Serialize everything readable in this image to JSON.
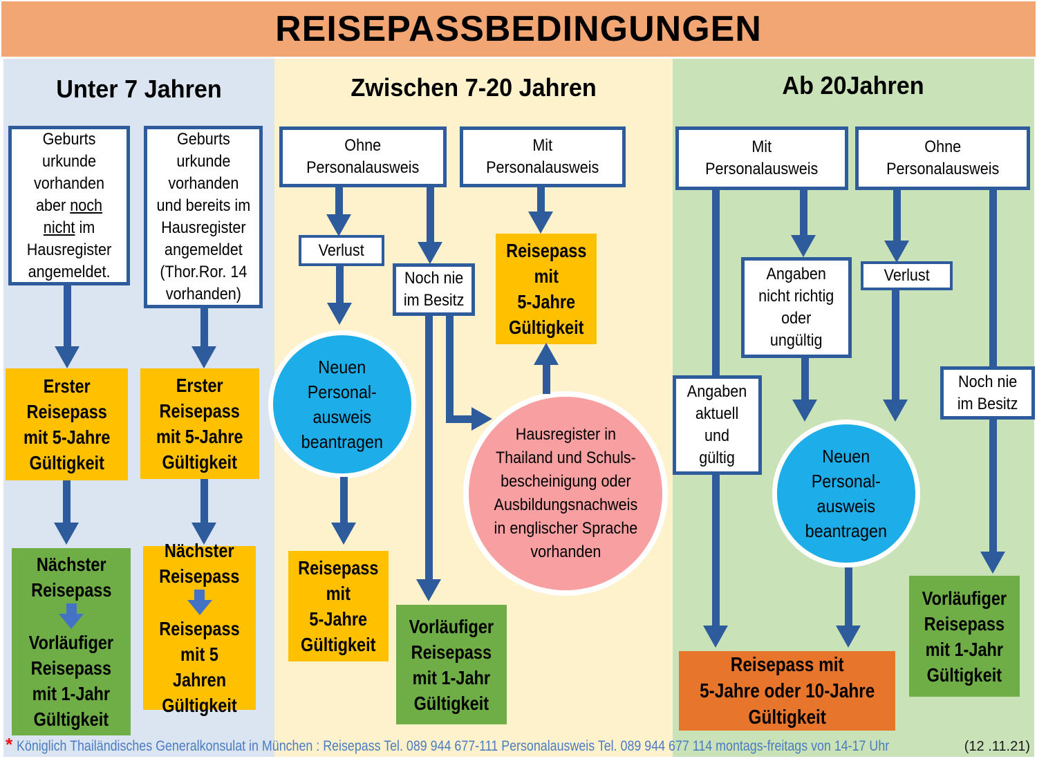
{
  "title": "REISEPASSBEDINGUNGEN",
  "col_under7": {
    "header": "Unter 7 Jahren",
    "birth_not_registered": {
      "pre": "Geburts\nurkunde\nvorhanden\naber ",
      "u1": "noch",
      "brk": "\n",
      "u2": "nicht",
      "post": " im\nHausregister\nangemeldet."
    },
    "birth_registered": "Geburts\nurkunde\nvorhanden\nund bereits im\nHausregister\nangemeldet\n(Thor.Ror. 14\nvorhanden)",
    "first_pass_left": "Erster\nReisepass\nmit 5-Jahre\nGültigkeit",
    "first_pass_right": "Erster\nReisepass\nmit 5-Jahre\nGültigkeit",
    "next_pass_left_top": "Nächster\nReisepass",
    "next_pass_left_bottom": "Vorläufiger\nReisepass\nmit 1-Jahr\nGültigkeit",
    "next_pass_right_top": "Nächster\nReisepass",
    "next_pass_right_bottom": "Reisepass\nmit 5 Jahren\nGültigkeit"
  },
  "col_7_20": {
    "header": "Zwischen 7-20 Jahren",
    "ohne": "Ohne\nPersonalausweis",
    "mit": "Mit\nPersonalausweis",
    "verlust": "Verlust",
    "noch_nie": "Noch nie\nim Besitz",
    "pass5_top": "Reisepass\nmit\n5-Jahre\nGültigkeit",
    "circle": "Neuen\nPersonal-\nausweis\nbeantragen",
    "hausregister": "Hausregister in\nThailand und Schuls-\nbescheinigung oder\nAusbildungsnachweis\nin englischer Sprache\nvorhanden",
    "pass5_bottom": "Reisepass\nmit\n5-Jahre\nGültigkeit",
    "vorlaufig": "Vorläufiger\nReisepass\nmit 1-Jahr\nGültigkeit"
  },
  "col_ab20": {
    "header": "Ab 20Jahren",
    "mit": "Mit\nPersonalausweis",
    "ohne": "Ohne\nPersonalausweis",
    "angaben_falsch": "Angaben\nnicht richtig\noder\nungültig",
    "verlust": "Verlust",
    "noch_nie": "Noch nie\nim Besitz",
    "angaben_ok": "Angaben\naktuell\nund\ngültig",
    "circle": "Neuen\nPersonal-\nausweis\nbeantragen",
    "pass_5_10": "Reisepass mit\n5-Jahre oder 10-Jahre\nGültigkeit",
    "vorlaufig": "Vorläufiger\nReisepass\nmit 1-Jahr\nGültigkeit"
  },
  "footer": {
    "asterisk": "*",
    "text": "Königlich Thailändisches Generalkonsulat in München :  Reisepass Tel. 089 944 677-111 Personalausweis Tel. 089 944 677 114 montags-freitags von 14-17 Uhr",
    "date": "(12 .11.21)"
  },
  "colors": {
    "dark": "#2d5b9c",
    "yellow": "#ffc000",
    "green": "#6fad46",
    "orange": "#e8752c",
    "cyan": "#1dade8",
    "pink": "#f89fa1",
    "titlebg": "#f1a673",
    "col1bg": "#dbe5f1",
    "col2bg": "#fdf2cc",
    "col3bg": "#c9e2b8",
    "miniarrow": "#4472c4",
    "footerblue": "#4b7bc0",
    "red": "#ee1111",
    "datecolor": "#1a1a1a"
  }
}
